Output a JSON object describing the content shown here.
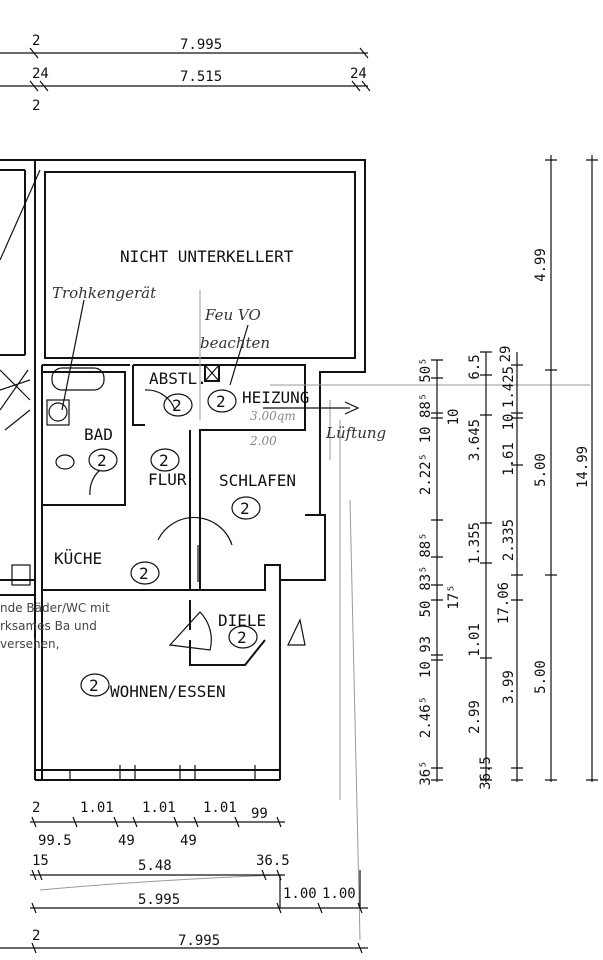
{
  "rooms": {
    "nicht_unterkellert": "NICHT UNTERKELLERT",
    "abstl": "ABSTL.",
    "heizung": "HEIZUNG",
    "bad": "BAD",
    "flur": "FLUR",
    "schlafen": "SCHLAFEN",
    "kueche": "KÜCHE",
    "diele": "DIELE",
    "wohnen_essen": "WOHNEN/ESSEN"
  },
  "room_marker": "2",
  "handwritten": {
    "trockengeraet": "Trohkengerät",
    "feu_vo": "Feu VO",
    "beachten": "beachten",
    "area_heizung": "3.00qm",
    "width_200": "2.00",
    "lueftung": "Lüftung"
  },
  "cut_off_text": [
    "nde Bäder/WC mit",
    "rksames Ba und",
    "versehen,"
  ],
  "top_dimensions": {
    "row1": [
      "2",
      "7.995"
    ],
    "row2": [
      "24",
      "7.515",
      "24"
    ],
    "row2_below": "2"
  },
  "right_dimensions": {
    "col_a": [
      "50⁵",
      "10 88⁵",
      "2.22⁵",
      "88⁵",
      "83⁵",
      "50",
      "10 93",
      "2.46⁵",
      "36⁵"
    ],
    "col_a_extra": [
      "10",
      "17⁵"
    ],
    "col_b": [
      "6.5",
      "3.645",
      "1.355",
      "1.01",
      "2.99",
      "36.5"
    ],
    "col_b_extra": "17.06",
    "col_c": [
      "29",
      "1.425",
      "10",
      "1.61",
      "2.335",
      "3.99"
    ],
    "col_d": [
      "4.99",
      "5.00",
      "5.00"
    ],
    "col_e": "14.99"
  },
  "bottom_dimensions": {
    "row1": [
      "2",
      "1.01",
      "1.01",
      "1.01",
      "99"
    ],
    "row1_below": [
      "99.5",
      "49",
      "49"
    ],
    "row2": [
      "15",
      "5.48",
      "36.5"
    ],
    "row3": [
      "5.995",
      "1.00",
      "1.00"
    ],
    "row4": [
      "2",
      "7.995"
    ]
  }
}
